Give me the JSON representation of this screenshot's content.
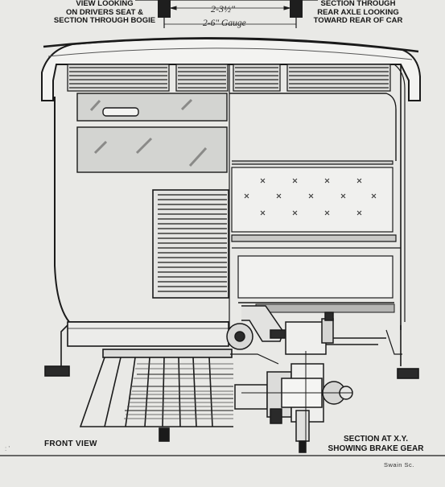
{
  "labels": {
    "caption_left_line1": "VIEW LOOKING",
    "caption_left_line2": "ON DRIVERS SEAT &",
    "caption_left_line3": "SECTION THROUGH BOGIE",
    "caption_right_line1": "SECTION THROUGH",
    "caption_right_line2": "REAR AXLE LOOKING",
    "caption_right_line3": "TOWARD REAR OF CAR",
    "dimension_top": "2-3½\"",
    "dimension_gauge": "2-6\" Gauge",
    "front_view": "FRONT VIEW",
    "section_line1": "SECTION AT X.Y.",
    "section_line2": "SHOWING BRAKE GEAR",
    "engraver_signature": "Swain Sc."
  },
  "colors": {
    "paper": "#e9e9e6",
    "ink": "#1a1a1a",
    "glass": "#d2d3d0",
    "panel": "#f1f1ef",
    "shade": "#8a8a88"
  }
}
